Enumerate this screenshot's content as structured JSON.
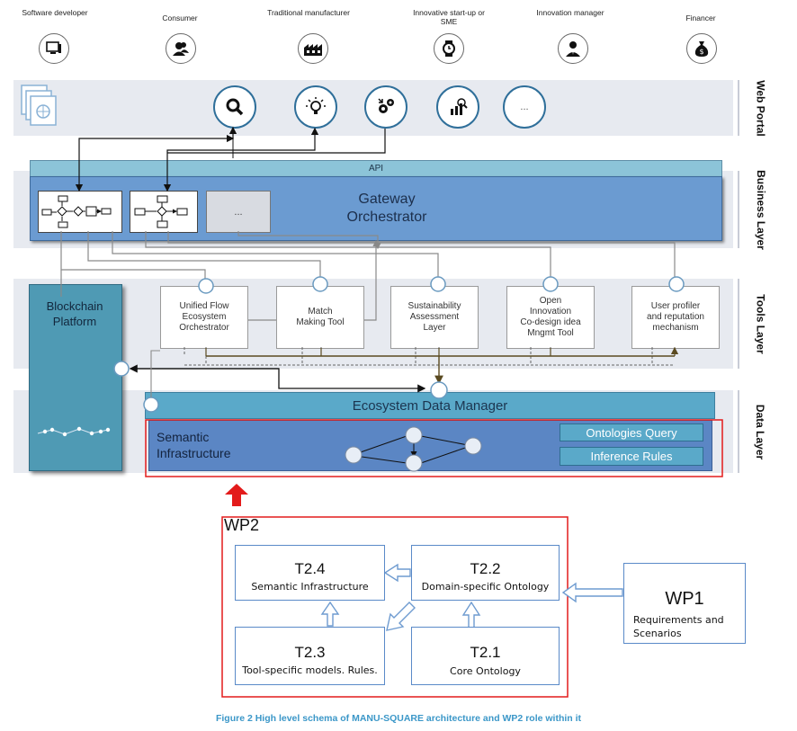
{
  "actors": [
    {
      "label": "Software developer",
      "icon": "monitor-icon"
    },
    {
      "label": "Consumer",
      "icon": "users-icon"
    },
    {
      "label": "Traditional manufacturer",
      "icon": "factory-icon"
    },
    {
      "label": "Innovative start-up or SME",
      "icon": "watch-icon"
    },
    {
      "label": "Innovation manager",
      "icon": "manager-icon"
    },
    {
      "label": "Financer",
      "icon": "money-bag-icon"
    }
  ],
  "layers": {
    "web_portal": "Web Portal",
    "business": "Business Layer",
    "tools": "Tools Layer",
    "data": "Data Layer"
  },
  "web_portal": {
    "icons": [
      "search-icon",
      "lightbulb-icon",
      "gears-icon",
      "analytics-icon",
      "more-icon"
    ],
    "more_label": "..."
  },
  "business": {
    "api_label": "API",
    "gateway_line1": "Gateway",
    "gateway_line2": "Orchestrator",
    "more_label": "..."
  },
  "tools": [
    {
      "lines": [
        "Unified Flow",
        "Ecosystem",
        "Orchestrator"
      ]
    },
    {
      "lines": [
        "Match",
        "Making Tool"
      ]
    },
    {
      "lines": [
        "Sustainability",
        "Assessment",
        "Layer"
      ]
    },
    {
      "lines": [
        "Open",
        "Innovation",
        "Co-design idea",
        "Mngmt Tool"
      ]
    },
    {
      "lines": [
        "User profiler",
        "and reputation",
        "mechanism"
      ]
    }
  ],
  "blockchain": {
    "line1": "Blockchain",
    "line2": "Platform"
  },
  "data_layer": {
    "manager": "Ecosystem Data Manager",
    "semantic_line1": "Semantic",
    "semantic_line2": "Infrastructure",
    "query": "Ontologies Query",
    "rules": "Inference Rules"
  },
  "wp2": {
    "title": "WP2",
    "tasks": [
      {
        "id": "T2.4",
        "name": "Semantic Infrastructure"
      },
      {
        "id": "T2.2",
        "name": "Domain-specific Ontology"
      },
      {
        "id": "T2.3",
        "name": "Tool-specific models. Rules."
      },
      {
        "id": "T2.1",
        "name": "Core Ontology"
      }
    ]
  },
  "wp1": {
    "title": "WP1",
    "line1": "Requirements and",
    "line2": "Scenarios"
  },
  "caption": "Figure 2 High level schema of MANU-SQUARE architecture and WP2 role within it",
  "colors": {
    "layer_band": "#e7eaf0",
    "business_blue": "#6b9bd1",
    "api_blue": "#8cc4d8",
    "blockchain_teal": "#4f9ab4",
    "data_manager": "#5aa9c9",
    "semantic_bg": "#5b86c4",
    "highlight_red": "#e31b1b",
    "caption_blue": "#3b97c8"
  }
}
